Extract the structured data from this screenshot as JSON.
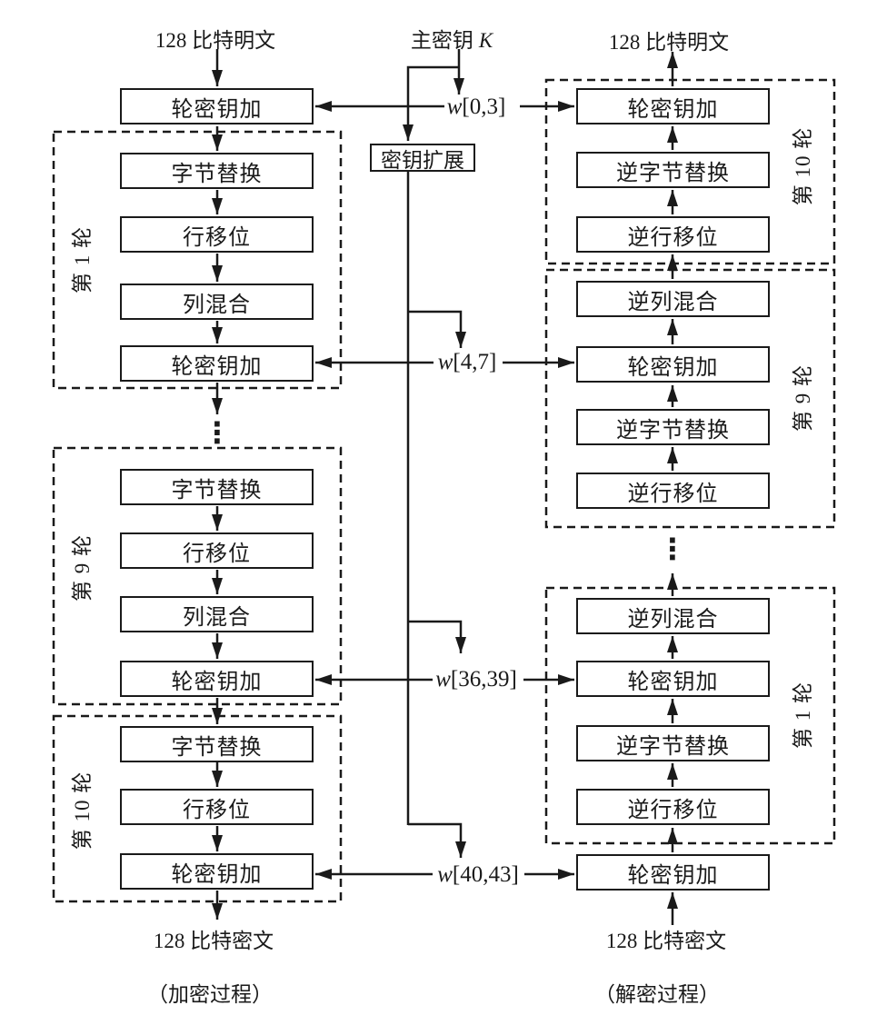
{
  "encryption": {
    "input_label": "128 比特明文",
    "pre_round_box": "轮密钥加",
    "rounds": [
      {
        "label": "第 1 轮",
        "steps": [
          "字节替换",
          "行移位",
          "列混合",
          "轮密钥加"
        ]
      },
      {
        "label": "第 9 轮",
        "steps": [
          "字节替换",
          "行移位",
          "列混合",
          "轮密钥加"
        ]
      },
      {
        "label": "第 10 轮",
        "steps": [
          "字节替换",
          "行移位",
          "轮密钥加"
        ]
      }
    ],
    "ellipsis": "⋮",
    "output_label": "128 比特密文",
    "caption": "（加密过程）"
  },
  "key_schedule": {
    "master_key_prefix": "主密钥",
    "master_key_var": "K",
    "expansion_box": "密钥扩展",
    "round_keys": [
      {
        "var": "w",
        "range": "[0,3]"
      },
      {
        "var": "w",
        "range": "[4,7]"
      },
      {
        "var": "w",
        "range": "[36,39]"
      },
      {
        "var": "w",
        "range": "[40,43]"
      }
    ]
  },
  "decryption": {
    "output_label": "128 比特明文",
    "rounds": [
      {
        "label": "第 10 轮",
        "steps": [
          "轮密钥加",
          "逆字节替换",
          "逆行移位"
        ]
      },
      {
        "label": "第 9 轮",
        "steps": [
          "逆列混合",
          "轮密钥加",
          "逆字节替换",
          "逆行移位"
        ]
      },
      {
        "label": "第 1 轮",
        "steps": [
          "逆列混合",
          "轮密钥加",
          "逆字节替换",
          "逆行移位"
        ]
      }
    ],
    "ellipsis": "⋮",
    "post_round_box": "轮密钥加",
    "input_label": "128 比特密文",
    "caption": "（解密过程）"
  },
  "colors": {
    "ink": "#1a1a1a",
    "background": "#ffffff"
  }
}
